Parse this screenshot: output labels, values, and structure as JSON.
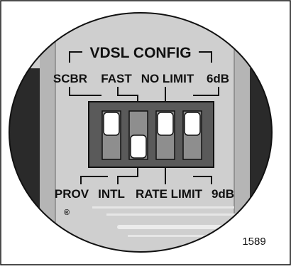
{
  "title": "VDSL CONFIG",
  "top_labels": [
    "SCBR",
    "FAST",
    "NO LIMIT",
    "6dB"
  ],
  "bottom_labels": [
    "PROV",
    "INTL",
    "RATE LIMIT",
    "9dB"
  ],
  "switch_positions": [
    "up",
    "down",
    "up",
    "up"
  ],
  "registered_mark": "®",
  "figure_number": "1589",
  "colors": {
    "panel": "#cfcfcf",
    "switch_block": "#5a5a5a",
    "switch_slot": "#8e8e8e",
    "slider": "#ffffff",
    "side_dark": "#2a2a2a"
  }
}
